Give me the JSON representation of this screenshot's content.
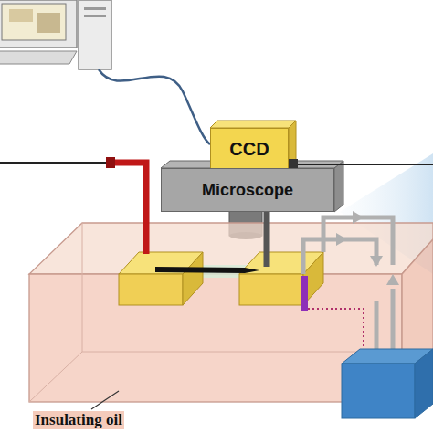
{
  "diagram": {
    "nodes": [
      {
        "text": [
          "CCD"
        ]
      },
      {
        "text": [
          "Microscope"
        ]
      }
    ],
    "labels": [
      "Insulating oil"
    ]
  }
}
